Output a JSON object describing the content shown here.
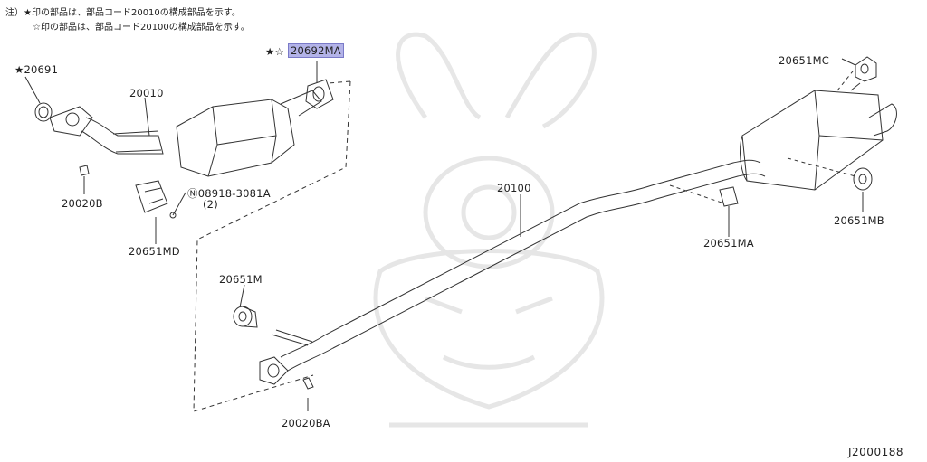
{
  "notes": {
    "line1": "注）★印の部品は、部品コード20010の構成部品を示す。",
    "line2": "☆印の部品は、部品コード20100の構成部品を示す。"
  },
  "parts": {
    "p20691": "★20691",
    "p20010": "20010",
    "p20692ma_prefix": "★☆",
    "p20692ma": "20692MA",
    "p20020b": "20020B",
    "p08918": "Ⓝ08918-3081A",
    "p08918_qty": "(2)",
    "p20651md": "20651MD",
    "p20100": "20100",
    "p20651mc": "20651MC",
    "p20651mb": "20651MB",
    "p20651ma": "20651MA",
    "p20651m": "20651M",
    "p20020ba": "20020BA"
  },
  "figure_id": "J2000188",
  "colors": {
    "highlight": "#b3b3e8",
    "line": "#333333",
    "watermark": "#e6e6e6"
  }
}
